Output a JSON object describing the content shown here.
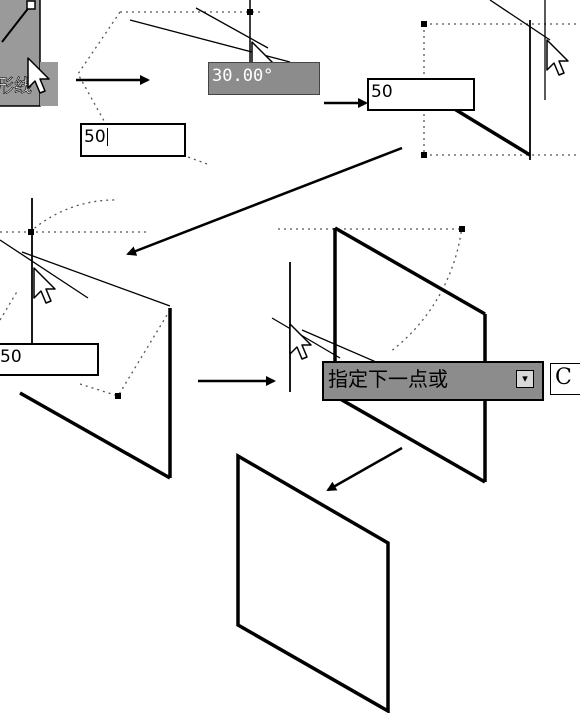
{
  "step1": {
    "label": "形线",
    "input_value": "50"
  },
  "step2": {
    "angle_tooltip": "30.00°"
  },
  "step3": {
    "input_value": "50"
  },
  "step4": {
    "input_value": "50"
  },
  "step5": {
    "prompt_text": "指定下一点或",
    "option_letter": "C"
  },
  "icons": [
    "cursor-arrow-icon",
    "dropdown-arrow-icon"
  ]
}
